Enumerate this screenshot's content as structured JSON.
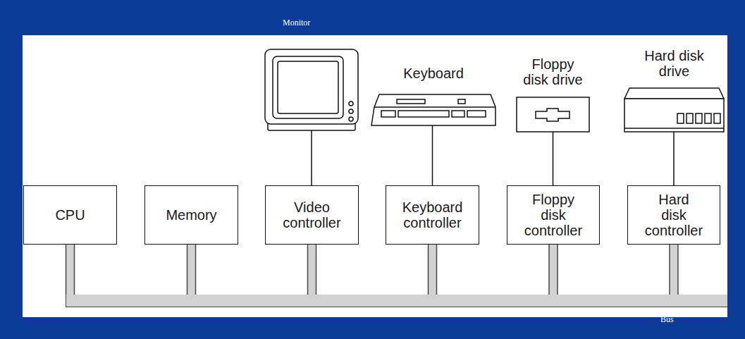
{
  "diagram": {
    "nodes": [
      {
        "text": [
          "Monitor"
        ]
      },
      {
        "text": [
          "Keyboard"
        ]
      },
      {
        "text": [
          "Floppy disk drive"
        ]
      },
      {
        "text": [
          "Hard disk drive"
        ]
      },
      {
        "text": [
          "CPU"
        ]
      },
      {
        "text": [
          "Memory"
        ]
      },
      {
        "text": [
          "Video controller"
        ]
      },
      {
        "text": [
          "Keyboard controller"
        ]
      },
      {
        "text": [
          "Floppy disk controller"
        ]
      },
      {
        "text": [
          "Hard disk controller"
        ]
      },
      {
        "text": [
          "Bus"
        ]
      }
    ],
    "edges": [
      {
        "from": 6,
        "to": 0,
        "arrow": "none"
      },
      {
        "from": 7,
        "to": 1,
        "arrow": "none"
      },
      {
        "from": 8,
        "to": 2,
        "arrow": "none"
      },
      {
        "from": 9,
        "to": 3,
        "arrow": "none"
      },
      {
        "from": 4,
        "to": 10,
        "arrow": "none"
      },
      {
        "from": 5,
        "to": 10,
        "arrow": "none"
      },
      {
        "from": 6,
        "to": 10,
        "arrow": "none"
      },
      {
        "from": 7,
        "to": 10,
        "arrow": "none"
      },
      {
        "from": 8,
        "to": 10,
        "arrow": "none"
      },
      {
        "from": 9,
        "to": 10,
        "arrow": "none"
      }
    ]
  }
}
